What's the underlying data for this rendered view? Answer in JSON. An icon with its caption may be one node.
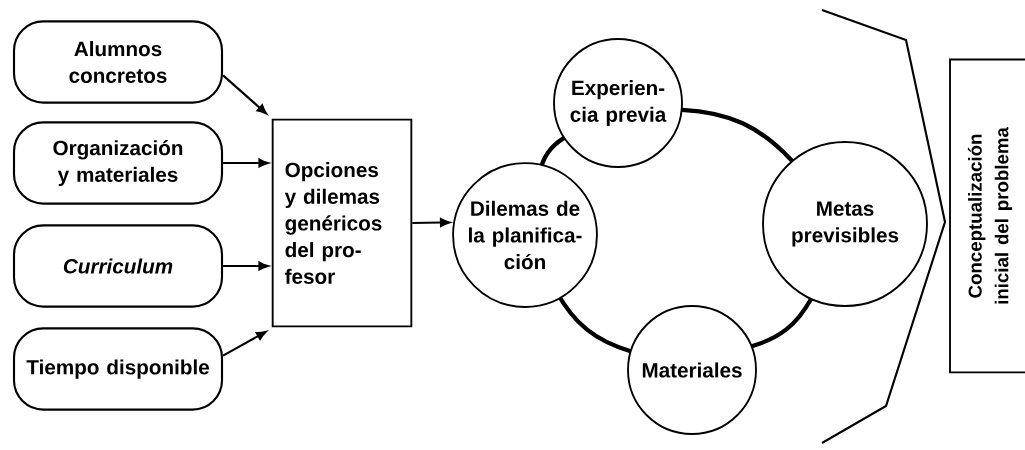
{
  "diagram": {
    "nodes": [
      {
        "text": [
          "Alumnos concretos"
        ]
      },
      {
        "text": [
          "Organización y materiales"
        ]
      },
      {
        "text": [
          "Curriculum"
        ]
      },
      {
        "text": [
          "Tiempo disponible"
        ]
      },
      {
        "text": [
          "Opciones y dilemas genéricos del pro- fesor"
        ]
      },
      {
        "text": [
          "Dilemas de la planifica- ción"
        ]
      },
      {
        "text": [
          "Experien- cia previa"
        ]
      },
      {
        "text": [
          "Metas previsibles"
        ]
      },
      {
        "text": [
          "Materiales"
        ]
      },
      {
        "text": [
          "Conceptualización inicial del problema"
        ]
      }
    ],
    "edges": [
      {
        "from": 0,
        "to": 4,
        "arrow": "to"
      },
      {
        "from": 1,
        "to": 4,
        "arrow": "to"
      },
      {
        "from": 2,
        "to": 4,
        "arrow": "to"
      },
      {
        "from": 3,
        "to": 4,
        "arrow": "to"
      },
      {
        "from": 4,
        "to": 5,
        "arrow": "to"
      },
      {
        "from": 5,
        "to": 6,
        "arrow": "none",
        "style": "thick"
      },
      {
        "from": 6,
        "to": 7,
        "arrow": "none",
        "style": "thick"
      },
      {
        "from": 7,
        "to": 8,
        "arrow": "none",
        "style": "thick"
      },
      {
        "from": 8,
        "to": 5,
        "arrow": "none",
        "style": "thick"
      }
    ]
  }
}
